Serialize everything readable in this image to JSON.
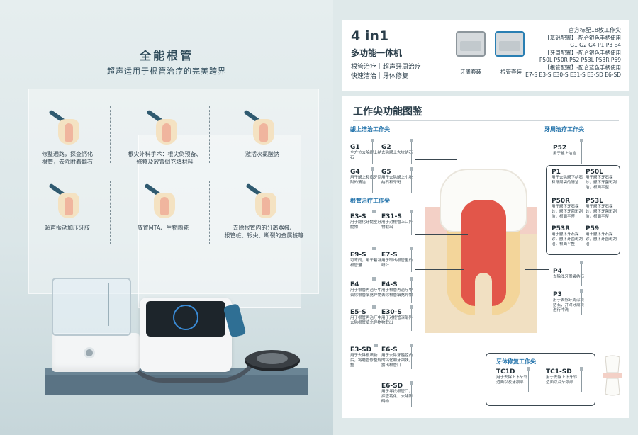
{
  "left": {
    "title": "全能根管",
    "subtitle": "超声运用于根管治疗的完美跨界",
    "features": [
      "修整通路，探查钙化\n根管，去除附着髓石",
      "根尖外科手术：根尖倒预备、\n修整及放置倒充填材料",
      "激活次氯酸钠",
      "超声振动加压牙胶",
      "放置MTA、生物陶瓷",
      "去除根管内的分离器械、\n根管桩、银尖、断裂的金属桩等"
    ]
  },
  "top": {
    "big": "4 in1",
    "sub": "多功能一体机",
    "tag1": "根管治疗｜超声牙周治疗",
    "tag2": "快速洁治｜牙体修复",
    "kit1": "牙周套装",
    "kit2": "根管套装",
    "config": [
      "官方标配18枚工作尖",
      "【基础配置】-配合银色手柄使用",
      "G1  G2  G4  P1  P3  E4",
      "【牙周配置】-配合银色手柄使用",
      "P50L  P50R  P52  P53L  P53R  P59",
      "【根管配置】-配合蓝色手柄使用",
      "E7-S  E3-S  E30-S  E31-S  E3-SD  E6-SD"
    ]
  },
  "main": {
    "title": "工作尖功能图鉴",
    "groups": {
      "scaling": "龈上洁治工作尖",
      "perio": "牙周治疗工作尖",
      "endo": "根管治疗工作尖",
      "restore": "牙体修复工作尖"
    },
    "tips": {
      "G1": {
        "name": "G1",
        "desc": "全方位去除龈上结石"
      },
      "G2": {
        "name": "G2",
        "desc": "去除龈上大块结石"
      },
      "G4": {
        "name": "G4",
        "desc": "用于龈上和临牙间附的清洁"
      },
      "G5": {
        "name": "G5",
        "desc": "用于去除龈上小块结石和牙斑"
      },
      "E3S": {
        "name": "E3-S",
        "desc": "用于翻化牙髓室牙髓物"
      },
      "E31S": {
        "name": "E31-S",
        "desc": "用于对根管上口异物取出"
      },
      "E9S": {
        "name": "E9-S",
        "desc": "可弯同，用于着凝根管通"
      },
      "E7S": {
        "name": "E7-S",
        "desc": "用于取出根管里的断针"
      },
      "E4": {
        "name": "E4",
        "desc": "用于根管再治疗中去除根管填充异物"
      },
      "E4S": {
        "name": "E4-S",
        "desc": "用于根管再治疗中去除根管填充异物"
      },
      "E5S": {
        "name": "E5-S",
        "desc": "用于根管再治疗中去除根管填充异物"
      },
      "E30S": {
        "name": "E30-S",
        "desc": "用于对根管深部异物取出"
      },
      "E3SD": {
        "name": "E3-SD",
        "desc": "用于去除根填物后，将磨管修整规整"
      },
      "E6S": {
        "name": "E6-S",
        "desc": "用于去除牙髓腔内的钙化和牙颈块，露出根管口"
      },
      "E6SD": {
        "name": "E6-SD",
        "desc": "用于寻找根管口，探查钙化，去除障碍物"
      },
      "P52": {
        "name": "P52",
        "desc": "用于龈上洁治"
      },
      "P1": {
        "name": "P1",
        "desc": "用于去除龈下结石和牙周袋的清洁"
      },
      "P50L": {
        "name": "P50L",
        "desc": "用于龈下牙石探诊，龈下牙菌斑刮治，根面平整"
      },
      "P50R": {
        "name": "P50R",
        "desc": "用于龈下牙石探诊，龈下牙菌斑刮治，根面平整"
      },
      "P53L": {
        "name": "P53L",
        "desc": "用于龈下牙石探诊，龈下牙菌斑刮治，根面平整"
      },
      "P53R": {
        "name": "P53R",
        "desc": "用于龈下牙石探诊，龈下牙菌斑刮治，根面平整"
      },
      "P59": {
        "name": "P59",
        "desc": "用于龈下牙石探诊，龈下牙菌斑刮治"
      },
      "P4": {
        "name": "P4",
        "desc": "去除浅牙周袋结石"
      },
      "P3": {
        "name": "P3",
        "desc": "用于去除牙周深袋结石，并对牙周袋进行冲洗"
      },
      "TC1D": {
        "name": "TC1D",
        "desc": "用于去除上下牙邻边面以及牙颈部"
      },
      "TC1SD": {
        "name": "TC1-SD",
        "desc": "用于去除上下牙邻边面以及牙颈部"
      }
    }
  }
}
